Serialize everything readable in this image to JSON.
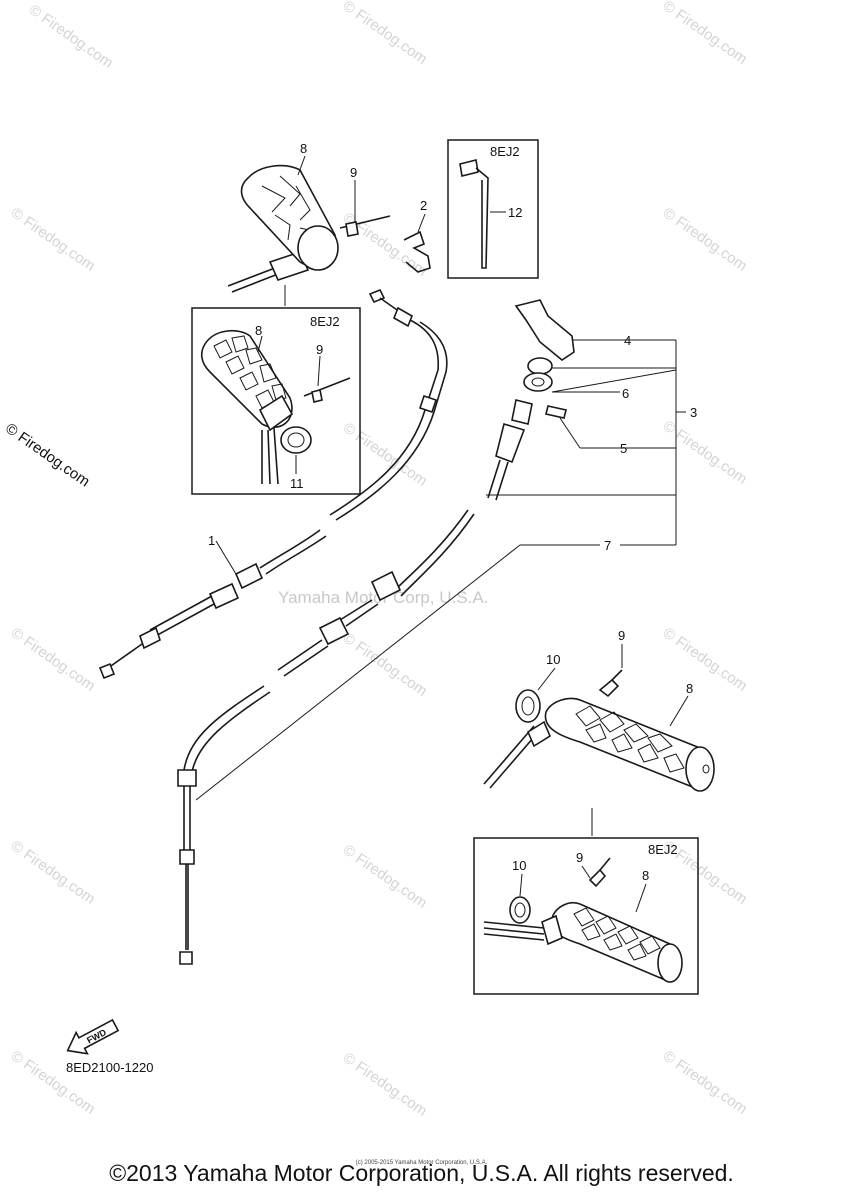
{
  "watermark": "© Firedog.com",
  "center_watermark": "Yamaha Motor Corp, U.S.A.",
  "diagram_code": "8ED2100-1220",
  "fwd_label": "FWD",
  "copyright": "©2013 Yamaha Motor Corporation, U.S.A. All rights reserved.",
  "copyright_small": "(c) 2005-2015 Yamaha Motor Corporation, U.S.A.",
  "variant_label": "8EJ2",
  "callouts": {
    "c1": "1",
    "c2": "2",
    "c3": "3",
    "c4": "4",
    "c5": "5",
    "c6": "6",
    "c7": "7",
    "c8_top": "8",
    "c9_top": "9",
    "c8_box": "8",
    "c9_box": "9",
    "c11_box": "11",
    "c12_box": "12",
    "c10_right": "10",
    "c9_right": "9",
    "c8_right": "8",
    "c10_box": "10",
    "c9_box2": "9",
    "c8_box2": "8"
  }
}
